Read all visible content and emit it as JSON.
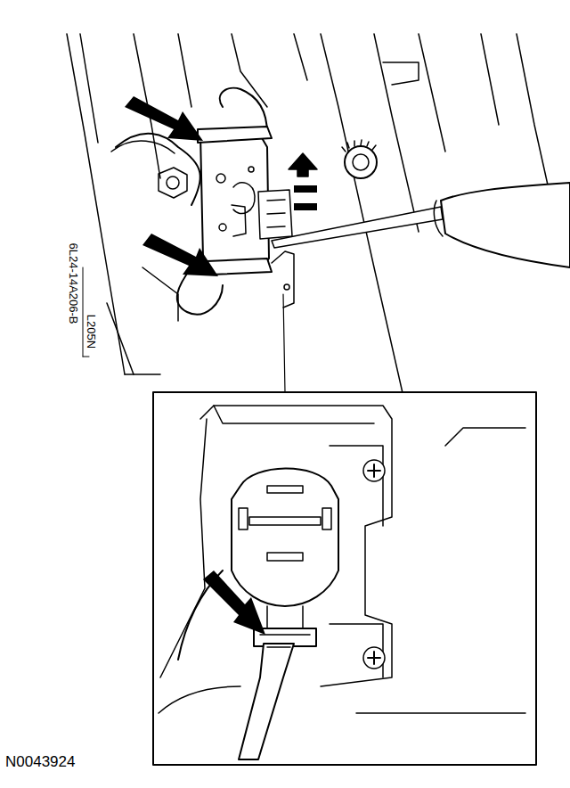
{
  "diagram": {
    "labels": [
      "6L24-14A206-B",
      "L205N",
      "N0043924"
    ]
  }
}
